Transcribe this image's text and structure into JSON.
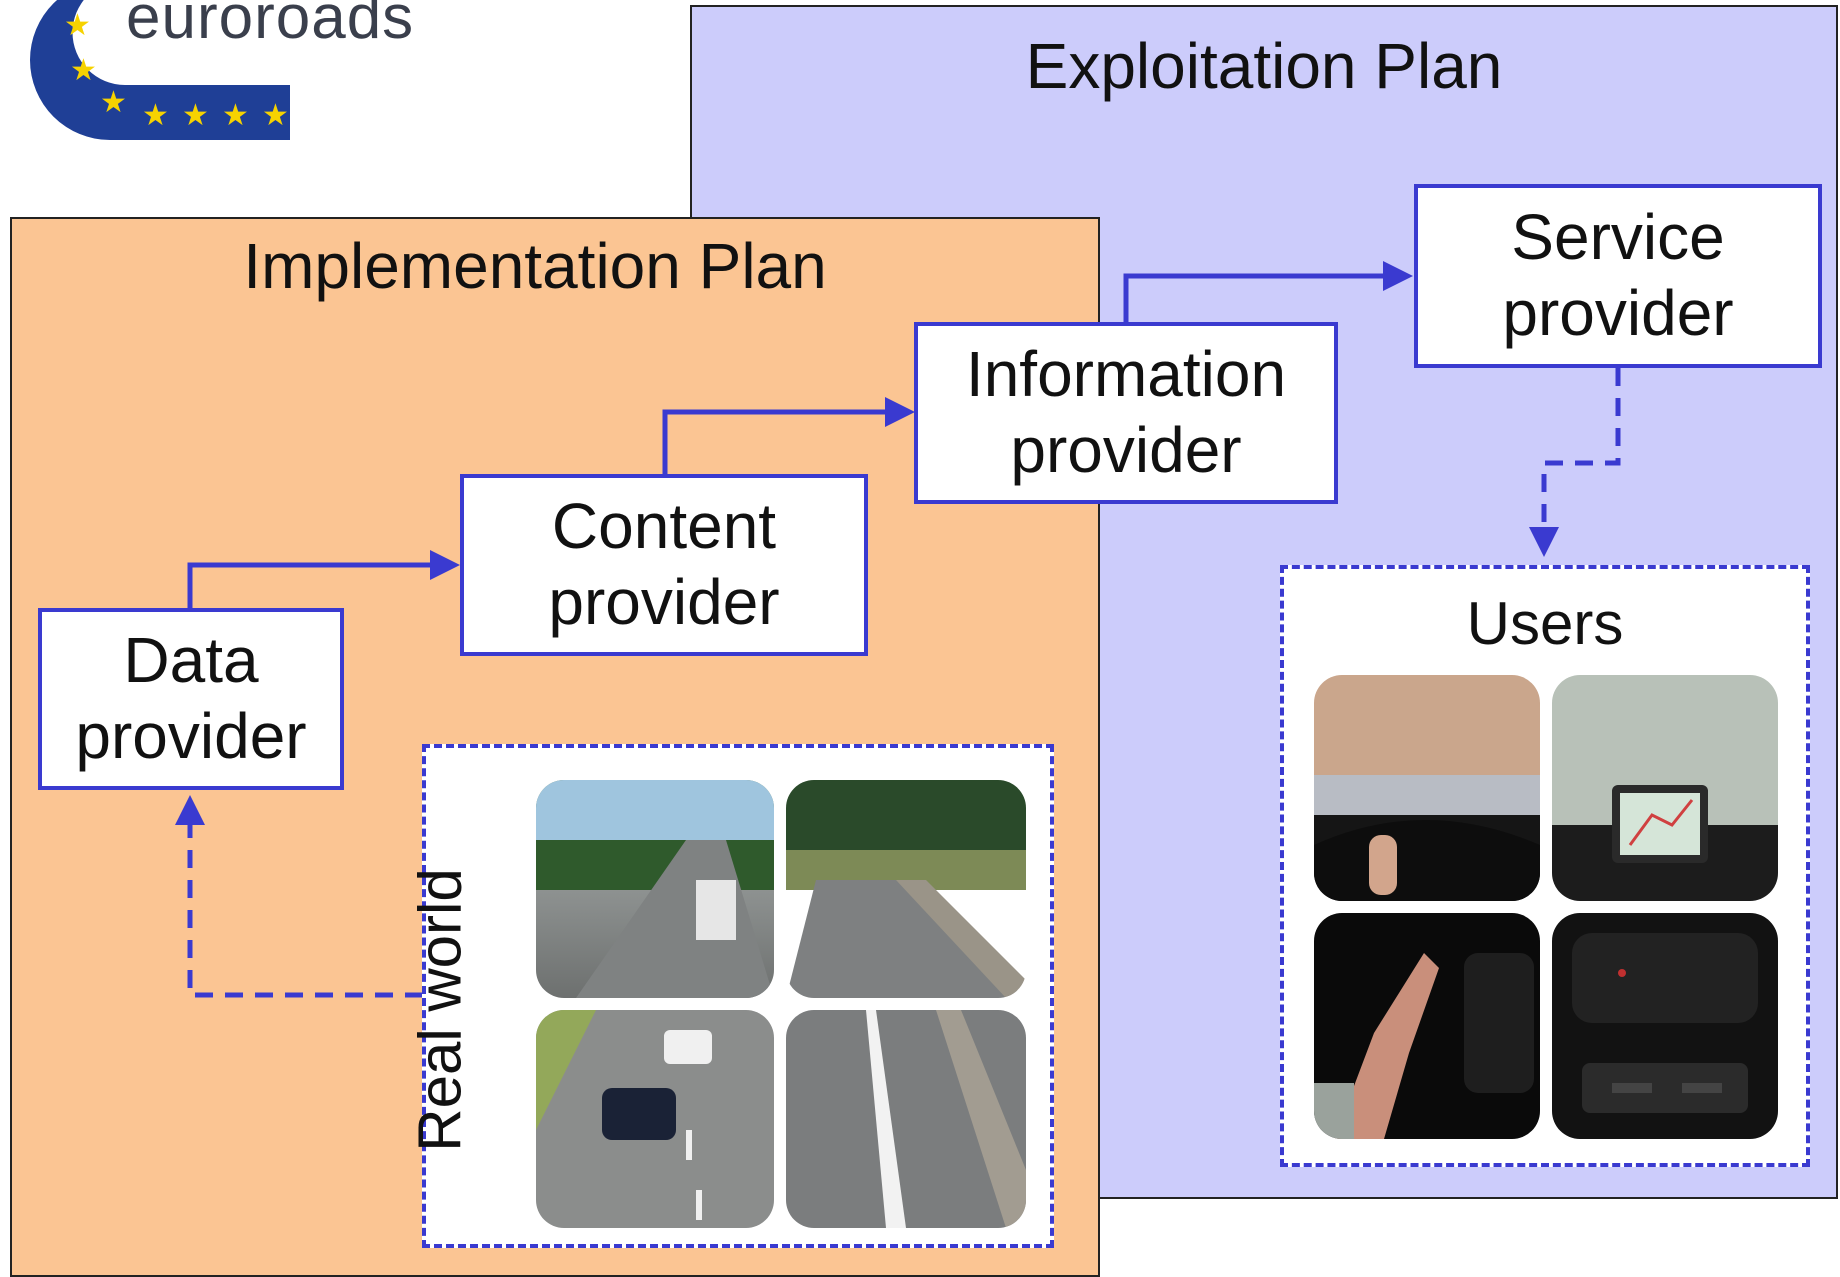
{
  "logo": {
    "text": "euroroads"
  },
  "exploitation": {
    "title": "Exploitation Plan"
  },
  "implementation": {
    "title": "Implementation Plan"
  },
  "nodes": {
    "data_provider": "Data\nprovider",
    "content_provider": "Content\nprovider",
    "information_provider": "Information\nprovider",
    "service_provider": "Service\nprovider"
  },
  "real_world": {
    "label": "Real world"
  },
  "users": {
    "label": "Users"
  },
  "colors": {
    "arrow": "#3a3ad0",
    "implementation_bg": "#fbc593",
    "exploitation_bg": "#ccccfb",
    "logo_blue": "#1f3f96",
    "logo_star": "#f6d200"
  }
}
